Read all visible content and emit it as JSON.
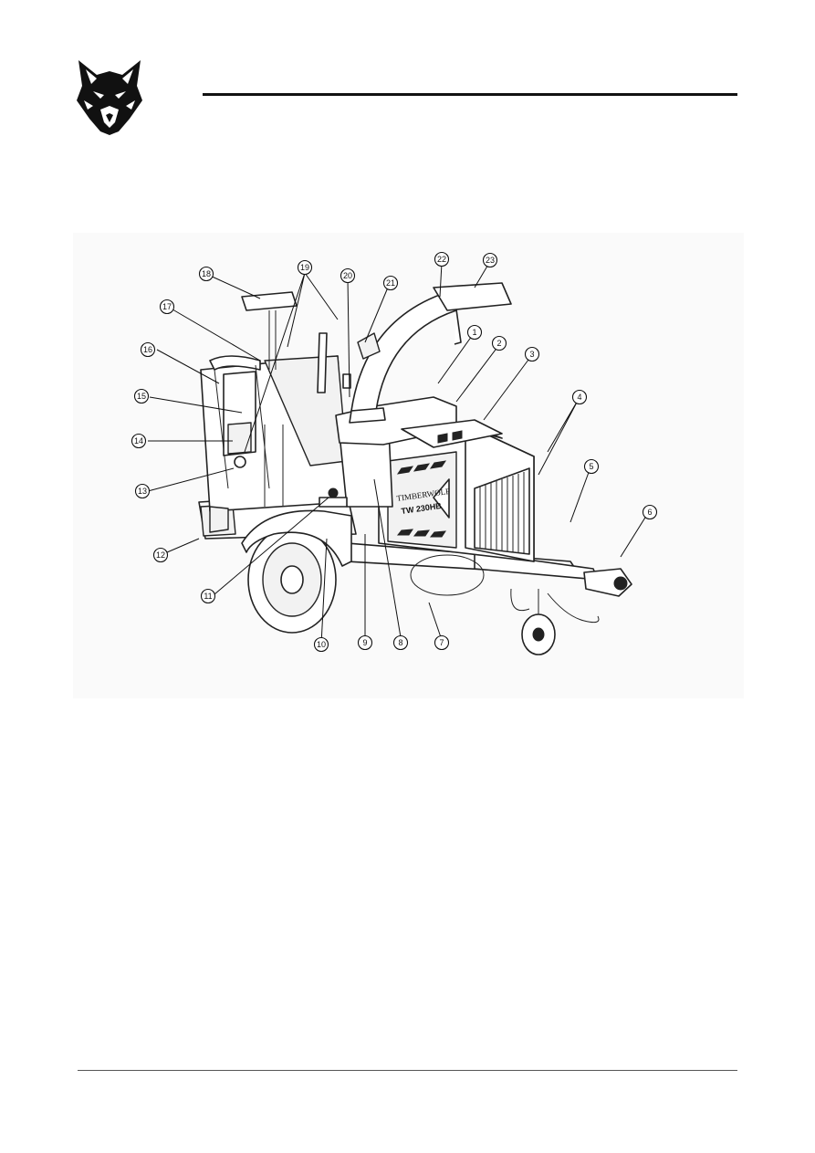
{
  "header": {
    "logo_icon": "wolf-head-icon"
  },
  "figure": {
    "brand_text": "TIMBERWOLF",
    "model_text": "TW 230HB",
    "callouts": [
      "1",
      "2",
      "3",
      "4",
      "5",
      "6",
      "7",
      "8",
      "9",
      "10",
      "11",
      "12",
      "13",
      "14",
      "15",
      "16",
      "17",
      "18",
      "19",
      "20",
      "21",
      "22",
      "23"
    ]
  }
}
